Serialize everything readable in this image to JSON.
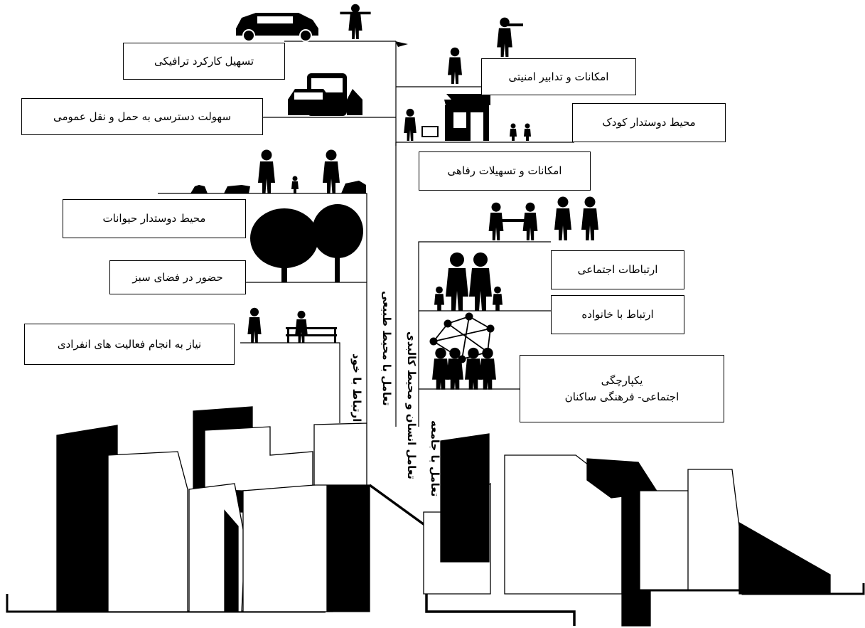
{
  "needs": {
    "traffic": "تسهیل کارکرد ترافیکی",
    "transit": "سهولت دسترسی به حمل و نقل عمومی",
    "security": "امکانات و تدابیر امنیتی",
    "child_friendly": "محیط دوستدار کودک",
    "amenities": "امکانات و تسهیلات رفاهی",
    "animal_friendly": "محیط دوستدار حیوانات",
    "green_space": "حضور در فضای سبز",
    "individual_activities": "نیاز به انجام فعالیت های انفرادی",
    "social_relations": "ارتباطات اجتماعی",
    "family": "ارتباط با خانواده",
    "integration_line1": "یکپارچگی",
    "integration_line2": "اجتماعی- فرهنگی ساکنان"
  },
  "axes": {
    "self": "ارتباط با خود",
    "nature": "تعامل با محیط طبیعی",
    "built": "تعامل انسان و محیط کالبدی",
    "society": "تعامل با جامعه"
  }
}
